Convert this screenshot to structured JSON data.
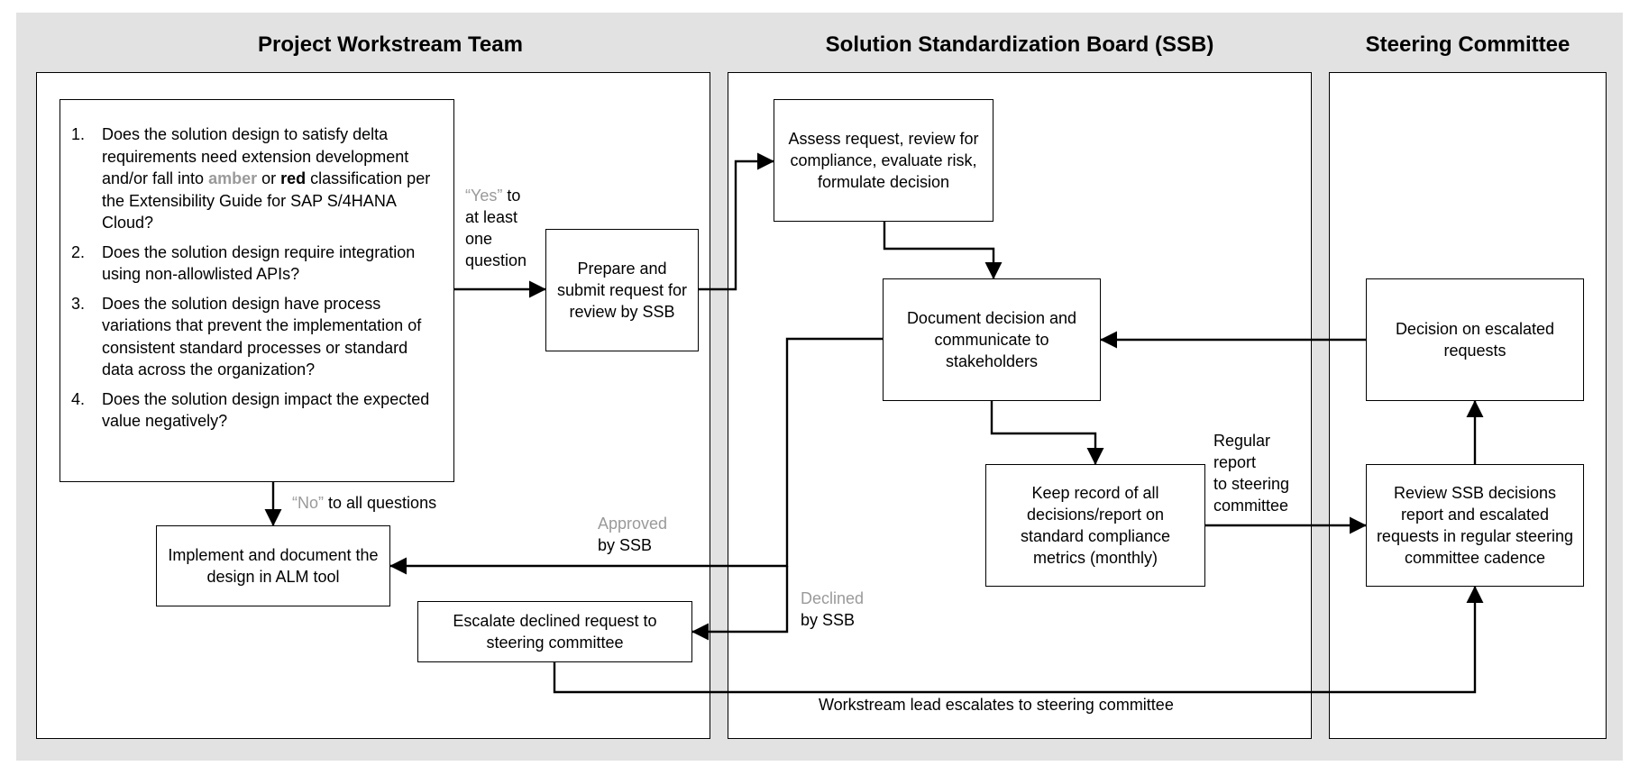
{
  "lanes": {
    "project": "Project Workstream Team",
    "ssb": "Solution Standardization Board (SSB)",
    "steering": "Steering Committee"
  },
  "questions": [
    {
      "num": "1.",
      "parts": [
        "Does the solution design to satisfy delta requirements need extension development and/or fall into ",
        "amber",
        " or ",
        "red",
        " classification per the Extensibility Guide for SAP S/4HANA Cloud?"
      ]
    },
    {
      "num": "2.",
      "text": "Does the solution design require integration using non-allowlisted APIs?"
    },
    {
      "num": "3.",
      "text": "Does the solution design have process variations that prevent the implementation of consistent standard processes or standard data across the organization?"
    },
    {
      "num": "4.",
      "text": "Does the solution design impact the expected value negatively?"
    }
  ],
  "boxes": {
    "prepare": "Prepare and submit request for review by SSB",
    "assess": "Assess request, review for compliance, evaluate risk, formulate decision",
    "document": "Document decision and communicate to stakeholders",
    "keep_record": "Keep record of all decisions/report on standard compliance metrics (monthly)",
    "decision": "Decision on escalated requests",
    "review": "Review SSB decisions report and escalated requests in regular steering committee cadence",
    "implement": "Implement and document the design in ALM tool",
    "escalate": "Escalate declined request to steering committee"
  },
  "labels": {
    "yes_quote": "“Yes”",
    "yes_rest": " to",
    "yes_line2": "at least",
    "yes_line3": "one",
    "yes_line4": "question",
    "no_quote": "“No”",
    "no_rest": " to all questions",
    "approved_line1": "Approved",
    "approved_line2": "by SSB",
    "declined_line1": "Declined",
    "declined_line2": "by SSB",
    "regular_line1": "Regular",
    "regular_line2": "report",
    "regular_line3": "to steering",
    "regular_line4": "committee",
    "workstream_escalates": "Workstream lead escalates to steering committee"
  }
}
